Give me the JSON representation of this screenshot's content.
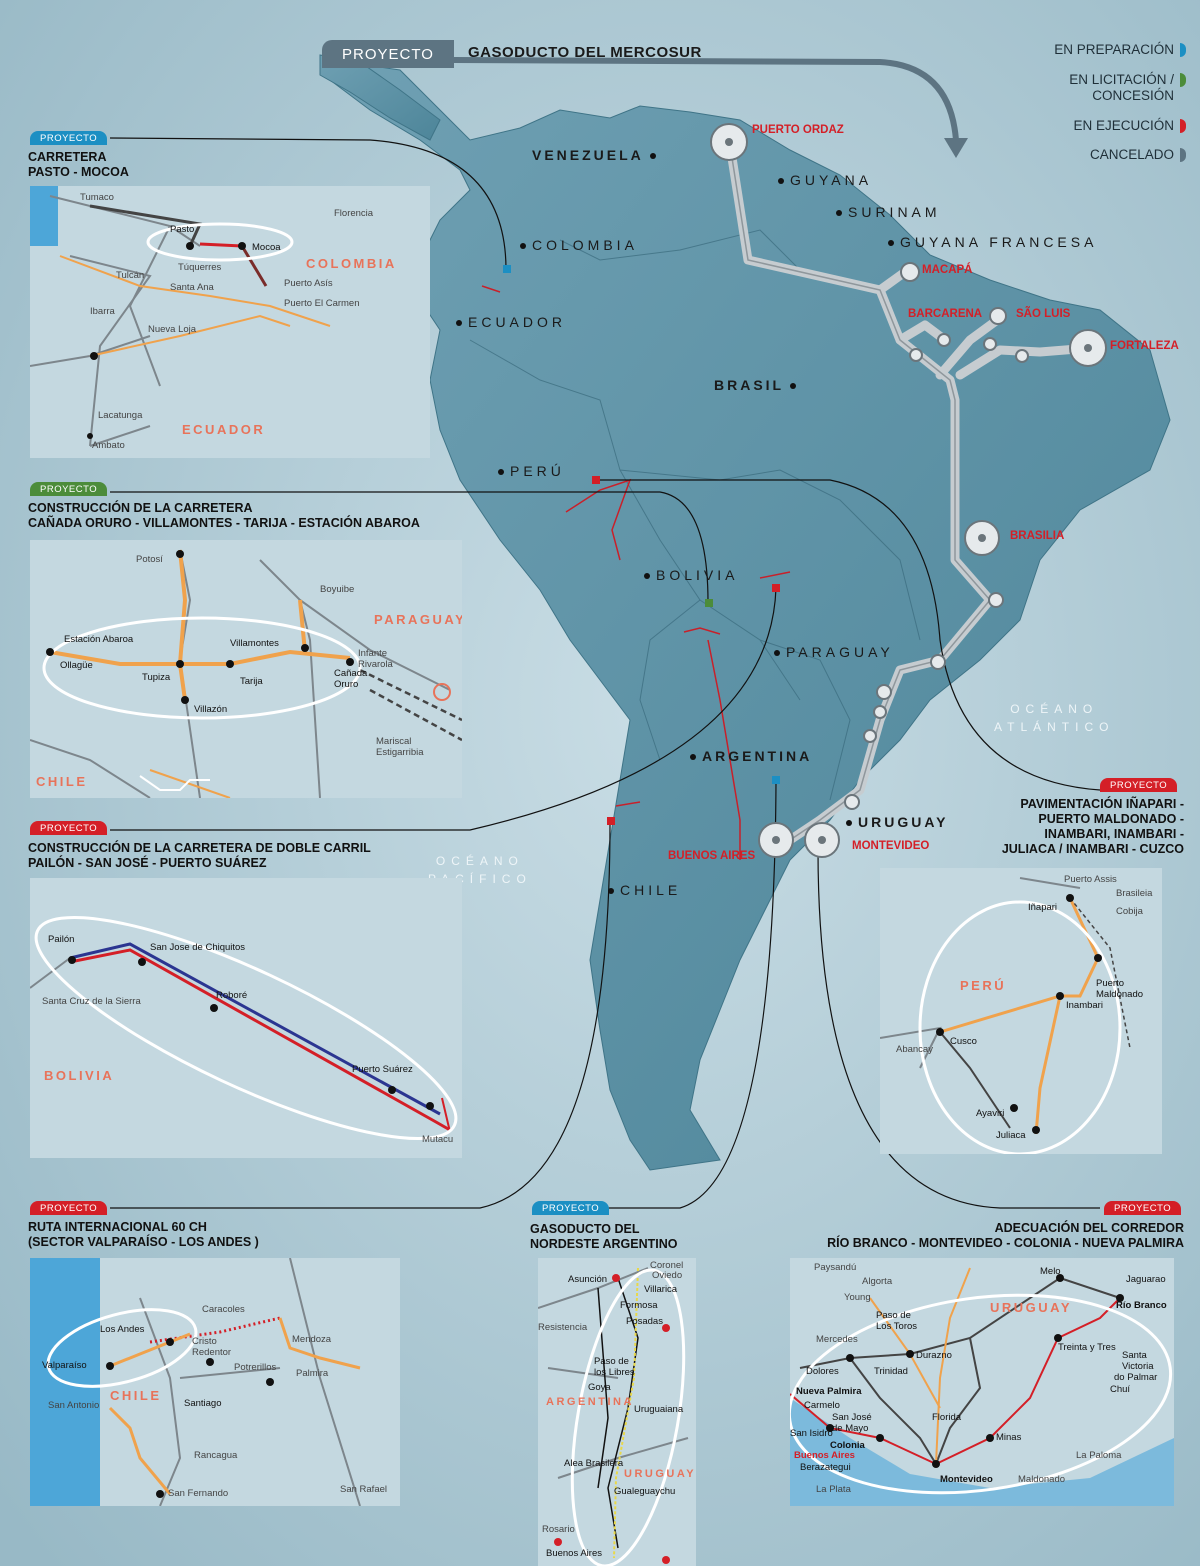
{
  "header": {
    "tab_label": "PROYECTO",
    "title": "GASODUCTO DEL MERCOSUR"
  },
  "legend": [
    {
      "label": "EN PREPARACIÓN",
      "color": "#1c8fc3"
    },
    {
      "label": "EN LICITACIÓN / CONCESIÓN",
      "line1": "EN LICITACIÓN /",
      "line2": "CONCESIÓN",
      "color": "#4c8c3a"
    },
    {
      "label": "EN EJECUCIÓN",
      "color": "#d41f27"
    },
    {
      "label": "CANCELADO",
      "color": "#5d7482"
    }
  ],
  "countries": {
    "venezuela": "VENEZUELA",
    "guyana": "GUYANA",
    "surinam": "SURINAM",
    "guyana_francesa": "GUYANA FRANCESA",
    "colombia": "COLOMBIA",
    "ecuador": "ECUADOR",
    "brasil": "BRASIL",
    "peru": "PERÚ",
    "bolivia": "BOLIVIA",
    "paraguay": "PARAGUAY",
    "argentina": "ARGENTINA",
    "uruguay": "URUGUAY",
    "chile": "CHILE"
  },
  "oceans": {
    "atlantico_1": "OCÉANO",
    "atlantico_2": "ATLÁNTICO",
    "pacifico_1": "OCÉANO",
    "pacifico_2": "PACÍFICO"
  },
  "pipeline_cities": {
    "puerto_ordaz": "PUERTO ORDAZ",
    "macapa": "MACAPÁ",
    "barcarena": "BARCARENA",
    "sao_luis": "SÃO LUIS",
    "fortaleza": "FORTALEZA",
    "brasilia": "BRASILIA",
    "buenos_aires": "BUENOS AIRES",
    "montevideo": "MONTEVIDEO"
  },
  "projects": {
    "pasto": {
      "tag": "PROYECTO",
      "title_1": "CARRETERA",
      "title_2": "PASTO - MOCOA",
      "places": {
        "tumaco": "Tumaco",
        "florencia": "Florencia",
        "pasto": "Pasto",
        "mocoa": "Mocoa",
        "tuquerres": "Túquerres",
        "tulcan": "Tulcán",
        "santa_ana": "Santa Ana",
        "puerto_asis": "Puerto Asís",
        "puerto_el_carmen": "Puerto El Carmen",
        "ibarra": "Ibarra",
        "nueva_loja": "Nueva Loja",
        "lacatunga": "Lacatunga",
        "ambato": "Ambato"
      },
      "regions": {
        "colombia": "COLOMBIA",
        "ecuador": "ECUADOR"
      }
    },
    "oruro": {
      "tag": "PROYECTO",
      "title_1": "CONSTRUCCIÓN DE LA CARRETERA",
      "title_2": "CAÑADA ORURO - VILLAMONTES - TARIJA - ESTACIÓN ABAROA",
      "places": {
        "potosi": "Potosí",
        "boyuibe": "Boyuibe",
        "estacion_abaroa": "Estación Abaroa",
        "ollague": "Ollagüe",
        "villamontes": "Villamontes",
        "tupiza": "Tupiza",
        "tarija": "Tarija",
        "villazon": "Villazón",
        "canada": "Cañada",
        "oruro": "Oruro",
        "infante": "Infante",
        "rivarola": "Rivarola",
        "mariscal": "Mariscal",
        "estigarribia": "Estigarribia"
      },
      "regions": {
        "paraguay": "PARAGUAY",
        "chile": "CHILE"
      }
    },
    "pailon": {
      "tag": "PROYECTO",
      "title_1": "CONSTRUCCIÓN DE LA CARRETERA DE DOBLE CARRIL",
      "title_2": "PAILÓN - SAN JOSÉ - PUERTO SUÁREZ",
      "places": {
        "pailon": "Pailón",
        "san_jose": "San Jose de Chiquitos",
        "santa_cruz": "Santa Cruz de la Sierra",
        "robore": "Roboré",
        "puerto_suarez": "Puerto Suárez",
        "mutacu": "Mutacu"
      },
      "regions": {
        "bolivia": "BOLIVIA"
      }
    },
    "inapari": {
      "tag": "PROYECTO",
      "title_1": "PAVIMENTACIÓN IÑAPARI -",
      "title_2": "PUERTO MALDONADO -",
      "title_3": "INAMBARI, INAMBARI -",
      "title_4": "JULIACA / INAMBARI - CUZCO",
      "places": {
        "puerto_assis": "Puerto Assis",
        "brasileia": "Brasileia",
        "cobija": "Cobija",
        "inapari": "Iñapari",
        "puerto": "Puerto",
        "maldonado": "Maldonado",
        "inambari": "Inambari",
        "abancay": "Abancay",
        "cusco": "Cusco",
        "ayaviri": "Ayaviri",
        "juliaca": "Juliaca"
      },
      "regions": {
        "peru": "PERÚ"
      }
    },
    "valparaiso": {
      "tag": "PROYECTO",
      "title_1": "RUTA INTERNACIONAL 60 CH",
      "title_2": "(SECTOR VALPARAÍSO - LOS ANDES )",
      "places": {
        "caracoles": "Caracoles",
        "los_andes": "Los Andes",
        "cristo": "Cristo",
        "redentor": "Redentor",
        "mendoza": "Mendoza",
        "valparaiso": "Valparaíso",
        "potrerillos": "Potrerillos",
        "palmira": "Palmira",
        "san_antonio": "San Antonio",
        "santiago": "Santiago",
        "rancagua": "Rancagua",
        "san_fernando": "San Fernando",
        "san_rafael": "San Rafael"
      },
      "regions": {
        "chile": "CHILE"
      }
    },
    "gasoducto_ne": {
      "tag": "PROYECTO",
      "title_1": "GASODUCTO DEL",
      "title_2": "NORDESTE ARGENTINO",
      "places": {
        "coronel": "Coronel",
        "oviedo": "Oviedo",
        "asuncion": "Asunción",
        "villarica": "Villarica",
        "formosa": "Formosa",
        "resistencia": "Resistencia",
        "posadas": "Posadas",
        "paso": "Paso de",
        "los_libres": "los Libres",
        "goya": "Goya",
        "uruguaiana": "Uruguaiana",
        "alea_brasilera": "Alea Brasilera",
        "gualeguaychu": "Gualeguaychu",
        "rosario": "Rosario",
        "buenos_aires": "Buenos Aires"
      },
      "regions": {
        "argentina": "ARGENTINA",
        "uruguay": "URUGUAY"
      }
    },
    "rio_branco": {
      "tag": "PROYECTO",
      "title_1": "ADECUACIÓN DEL CORREDOR",
      "title_2": "RÍO BRANCO - MONTEVIDEO - COLONIA - NUEVA PALMIRA",
      "places": {
        "paysandu": "Paysandú",
        "algorta": "Algorta",
        "young": "Young",
        "melo": "Melo",
        "jaguarao": "Jaguarao",
        "rio_branco": "Río Branco",
        "paso_toros_1": "Paso de",
        "paso_toros_2": "Los Toros",
        "mercedes": "Mercedes",
        "durazno": "Durazno",
        "treinta_tres": "Treinta y Tres",
        "dolores": "Dolores",
        "trinidad": "Trinidad",
        "santa_victoria_1": "Santa",
        "santa_victoria_2": "Victoria",
        "santa_victoria_3": "do Palmar",
        "nueva_palmira": "Nueva Palmira",
        "chui": "Chuí",
        "carmelo": "Carmelo",
        "san_jose_1": "San José",
        "san_jose_2": "de Mayo",
        "florida": "Florida",
        "san_isidro": "San Isidro",
        "colonia": "Colonia",
        "minas": "Minas",
        "buenos_aires": "Buenos Aires",
        "berazategui": "Berazategui",
        "la_paloma": "La Paloma",
        "la_plata": "La Plata",
        "montevideo": "Montevideo",
        "maldonado": "Maldonado"
      },
      "regions": {
        "uruguay": "URUGUAY"
      }
    }
  }
}
